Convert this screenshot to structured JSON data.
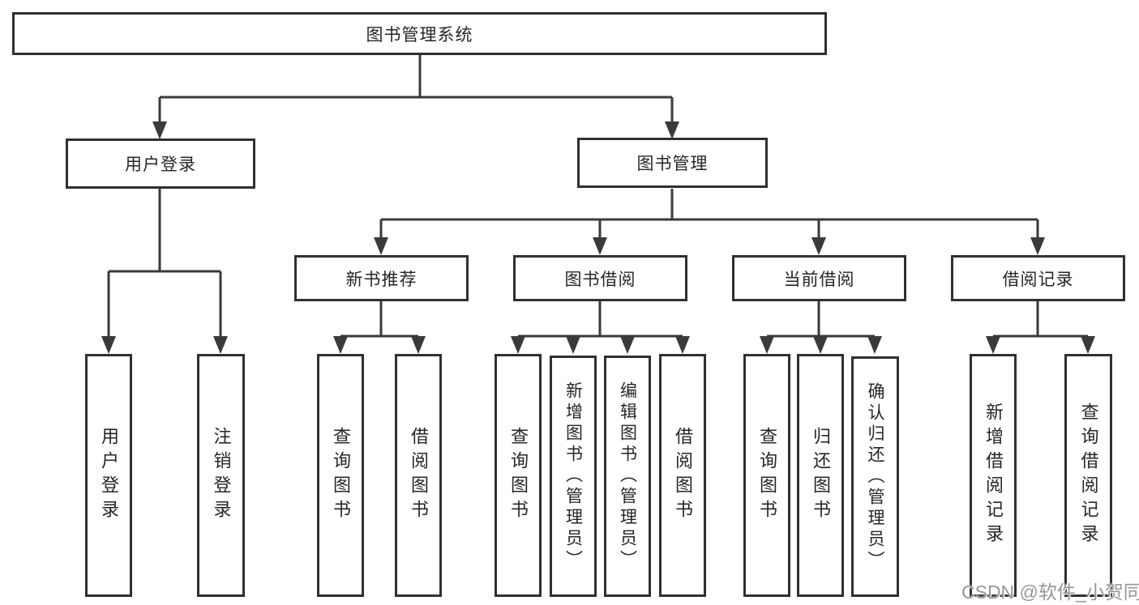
{
  "diagram": {
    "type": "tree",
    "orientation": "top-down"
  },
  "tree": {
    "label": "图书管理系统",
    "children": [
      {
        "label": "用户登录",
        "children": [
          {
            "label": "用户登录"
          },
          {
            "label": "注销登录"
          }
        ]
      },
      {
        "label": "图书管理",
        "children": [
          {
            "label": "新书推荐",
            "children": [
              {
                "label": "查询图书"
              },
              {
                "label": "借阅图书"
              }
            ]
          },
          {
            "label": "图书借阅",
            "children": [
              {
                "label": "查询图书"
              },
              {
                "label": "新增图书（管理员）"
              },
              {
                "label": "编辑图书（管理员）"
              },
              {
                "label": "借阅图书"
              }
            ]
          },
          {
            "label": "当前借阅",
            "children": [
              {
                "label": "查询图书"
              },
              {
                "label": "归还图书"
              },
              {
                "label": "确认归还（管理员）"
              }
            ]
          },
          {
            "label": "借阅记录",
            "children": [
              {
                "label": "新增借阅记录"
              },
              {
                "label": "查询借阅记录"
              }
            ]
          }
        ]
      }
    ]
  },
  "watermark": {
    "text": "CSDN @软件_小贺同学"
  },
  "colors": {
    "line": "#3a3a3a",
    "box_border": "#303030",
    "box_fill": "#ffffff",
    "text": "#262626",
    "watermark": "#969696",
    "background": "#ffffff"
  }
}
